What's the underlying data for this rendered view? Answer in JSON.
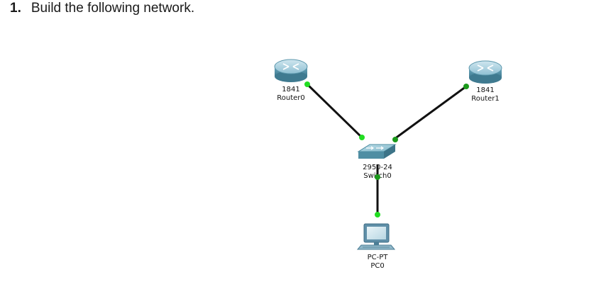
{
  "instruction": {
    "number": "1.",
    "text": "Build the following network."
  },
  "colors": {
    "link": "#111111",
    "port_up": "#22dd22",
    "port_up_dark": "#1b9a1b",
    "router_body": "#5f9db3",
    "switch_body": "#5b9cb0",
    "pc_frame": "#5f8fa8"
  },
  "devices": [
    {
      "id": "router0",
      "icon": "router-icon",
      "model": "1841",
      "name": "Router0"
    },
    {
      "id": "router1",
      "icon": "router-icon",
      "model": "1841",
      "name": "Router1"
    },
    {
      "id": "switch0",
      "icon": "switch-icon",
      "model": "2950-24",
      "name": "Switch0"
    },
    {
      "id": "pc0",
      "icon": "pc-icon",
      "model": "PC-PT",
      "name": "PC0"
    }
  ],
  "links": [
    {
      "from": "router0",
      "to": "switch0",
      "status": "up"
    },
    {
      "from": "router1",
      "to": "switch0",
      "status": "up"
    },
    {
      "from": "switch0",
      "to": "pc0",
      "status": "up"
    }
  ]
}
